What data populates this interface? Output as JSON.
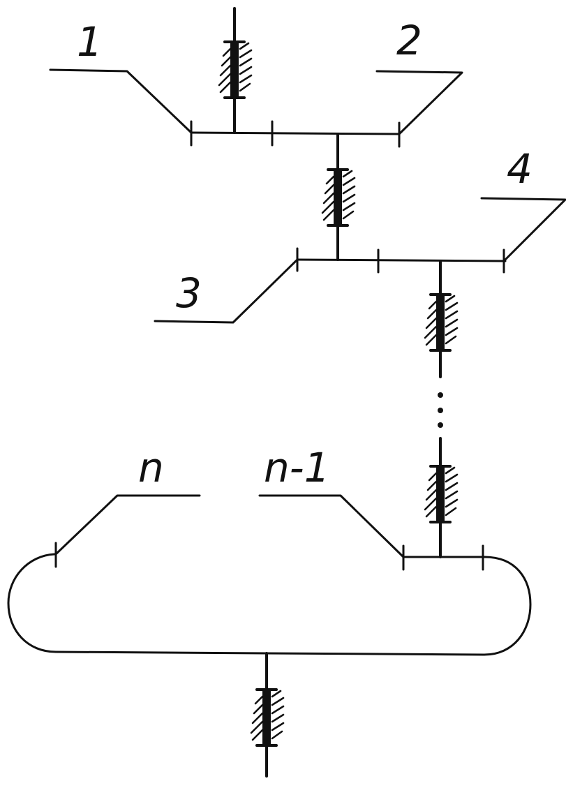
{
  "labels": {
    "gear_1": "1",
    "gear_2": "2",
    "gear_3": "3",
    "gear_4": "4",
    "gear_n": "n",
    "gear_n_minus_1": "n-1"
  },
  "colors": {
    "ink": "#111111",
    "background": "#ffffff"
  },
  "icons": {
    "bearing": "bearing-icon",
    "continuation": "ellipsis-dots-icon"
  }
}
